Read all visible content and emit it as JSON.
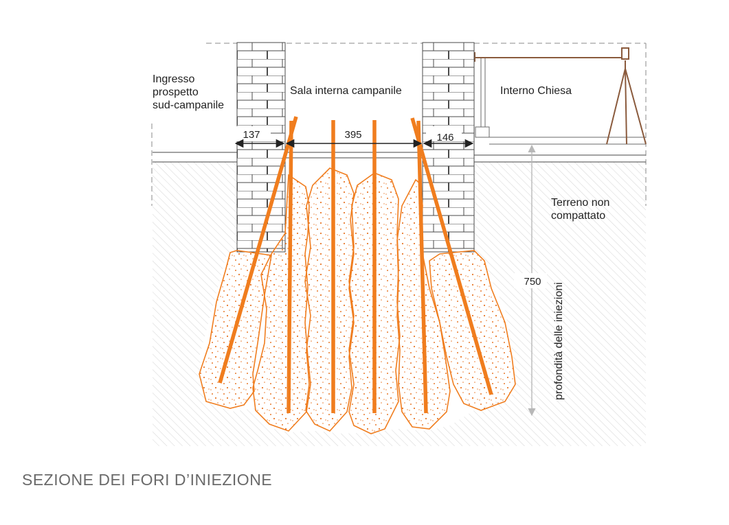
{
  "labels": {
    "ingresso": [
      "Ingresso",
      "prospetto",
      "sud-campanile"
    ],
    "sala": "Sala interna campanile",
    "interno": "Interno Chiesa",
    "terreno": [
      "Terreno non",
      "compattato"
    ],
    "profondita": "profondità delle iniezioni"
  },
  "dimensions": {
    "left_wall": "137",
    "interior": "395",
    "right_wall": "146",
    "depth": "750"
  },
  "caption": "SEZIONE DEI FORI D’INIEZIONE",
  "colors": {
    "injection": "#f07d1e",
    "grout_dots": "#e8782a",
    "brick_line": "#4a4a4a",
    "soil_hatch": "#d2d2d2",
    "dim_line": "#222222",
    "depth_arrow": "#b8b8b8",
    "tripod": "#8a5a3c"
  }
}
